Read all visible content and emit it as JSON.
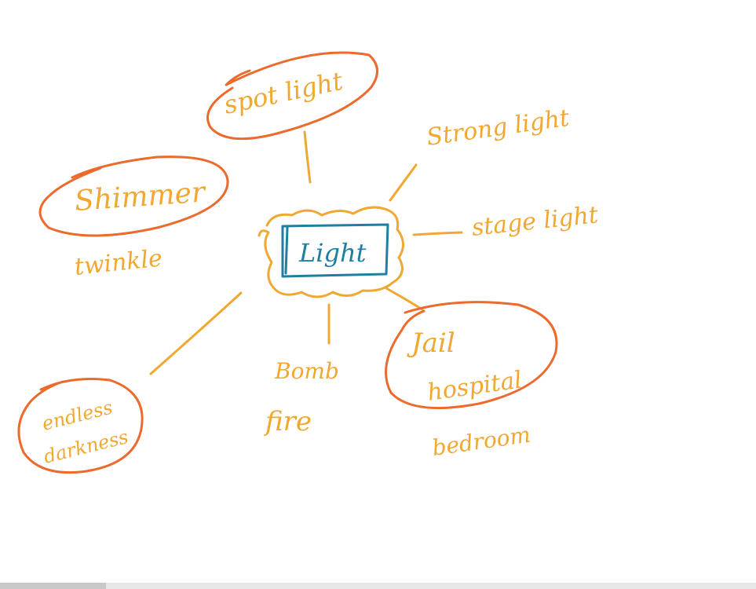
{
  "diagram": {
    "center": "Light",
    "nodes": {
      "spot_light": "spot light",
      "shimmer": "Shimmer",
      "twinkle": "twinkle",
      "strong_light": "Strong light",
      "stage_light": "stage light",
      "jail": "Jail",
      "hospital": "hospital",
      "bedroom": "bedroom",
      "bomb": "Bomb",
      "fire": "fire",
      "endless": "endless",
      "darkness": "darkness"
    },
    "colors": {
      "ink_yellow": "#f0a830",
      "ink_orange": "#ec6a2c",
      "ink_blue": "#1f7fa3"
    }
  }
}
